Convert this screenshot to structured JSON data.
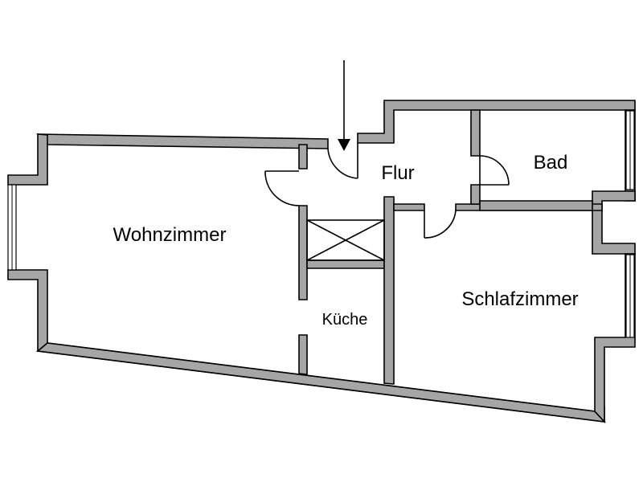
{
  "rooms": {
    "wohnzimmer": "Wohnzimmer",
    "flur": "Flur",
    "bad": "Bad",
    "kueche": "Küche",
    "schlafzimmer": "Schlafzimmer"
  },
  "colors": {
    "wall_fill": "#a6a6a6",
    "line": "#000000",
    "background": "#ffffff"
  },
  "icons": {
    "entrance": "entrance-arrow-icon",
    "kitchen_unit": "kitchen-cross-icon"
  }
}
